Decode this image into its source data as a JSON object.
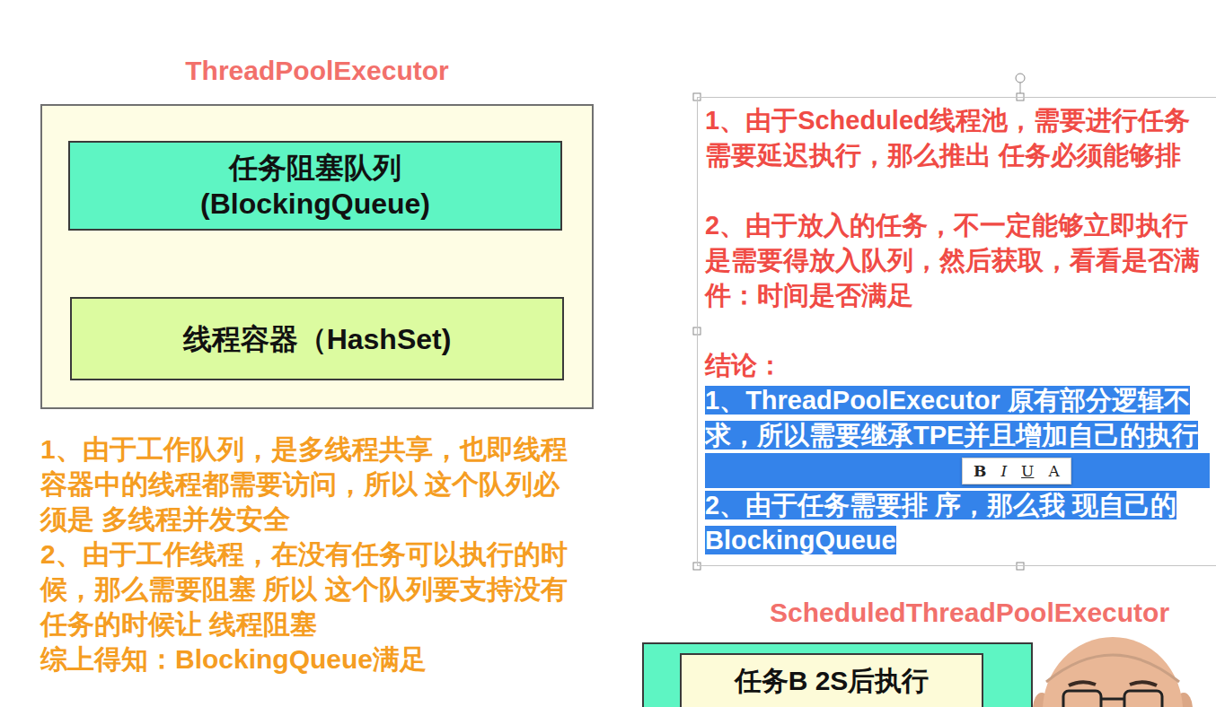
{
  "diagram": {
    "nodes": [
      {
        "text": [
          "ThreadPoolExecutor"
        ]
      },
      {
        "text": [
          "任务阻塞队列 (BlockingQueue)"
        ],
        "in": 0
      },
      {
        "text": [
          "线程容器（HashSet)"
        ],
        "in": 0
      },
      {
        "text": [
          "1、由于Scheduled线程池，需要进行任务 需要延迟执行，那么推出 任务必须能够排",
          "2、由于放入的任务，不一定能够立即执行 是需要得放入队列，然后获取，看看是否满 件：时间是否满足",
          "结论：",
          "1、ThreadPoolExecutor 原有部分逻辑不 求，所以需要继承TPE并且增加自己的执行",
          "2、由于任务需要排 序，那么我 现自己的BlockingQueue"
        ]
      },
      {
        "text": [
          "ScheduledThreadPoolExecutor"
        ]
      },
      {
        "text": [
          "任务B 2S后执行"
        ],
        "in": 4
      }
    ],
    "labels": [
      "1、由于工作队列，是多线程共享，也即线程容器中的线程都需要访问，所以 这个队列必须是 多线程并发安全",
      "2、由于工作线程，在没有任务可以执行的时候，那么需要阻塞 所以 这个队列要支持没有任务的时候让 线程阻塞",
      "综上得知：BlockingQueue满足",
      "B",
      "I",
      "U",
      "A"
    ]
  }
}
